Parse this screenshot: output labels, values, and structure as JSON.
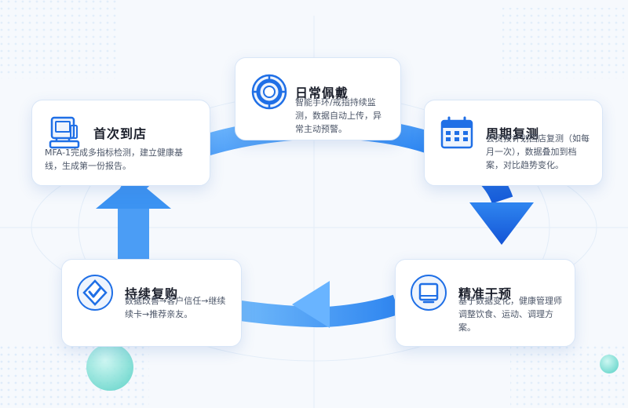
{
  "colors": {
    "primary": "#1f6fe6",
    "arrow_light": "#6fb6ff",
    "arrow_dark": "#1a66e0",
    "teal_dot": "#7ee0d6"
  },
  "cards": {
    "daily": {
      "title": "日常佩戴",
      "desc": "智能手环/戒指持续监测，数据自动上传，异常主动预警。",
      "icon": "ring-buoy-icon"
    },
    "first_visit": {
      "title": "首次到店",
      "desc": "MFA-1完成多指标检测，建立健康基线，生成第一份报告。",
      "icon": "kiosk-terminal-icon"
    },
    "review": {
      "title": "周期复测",
      "desc": "会员按计划回店复测（如每月一次），数据叠加到档案，对比趋势变化。",
      "icon": "calendar-icon"
    },
    "intervene": {
      "title": "精准干预",
      "desc": "基于数据变化，健康管理师调整饮食、运动、调理方案。",
      "icon": "monitor-icon"
    },
    "repurchase": {
      "title": "持续复购",
      "desc": "数据改善→客户信任→继续续卡→推荐亲友。",
      "icon": "diamond-check-icon"
    }
  }
}
